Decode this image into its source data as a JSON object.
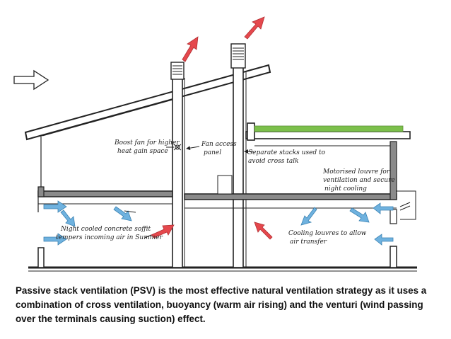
{
  "diagram": {
    "labels": {
      "boost_fan_1": "Boost fan for higher",
      "boost_fan_2": "heat gain space",
      "fan_access_1": "Fan access",
      "fan_access_2": "panel",
      "separate_stacks_1": "Separate stacks used to",
      "separate_stacks_2": "avoid cross talk",
      "motorised_1": "Motorised louvre for",
      "motorised_2": "ventilation and secure",
      "motorised_3": "night cooling",
      "night_cooled_1": "Night cooled concrete soffit",
      "night_cooled_2": "tempers incoming air in Summer",
      "cooling_louvres_1": "Cooling louvres to allow",
      "cooling_louvres_2": "air transfer"
    },
    "colors": {
      "cool_air": "#6fb2df",
      "warm_air": "#e5484d",
      "green_roof": "#7cc04b",
      "line": "#222222",
      "slab_fill": "#8a8a8a"
    }
  },
  "caption": "Passive stack ventilation (PSV) is the most effective natural ventilation strategy as it uses a combination of cross ventilation, buoyancy (warm air rising) and the venturi (wind passing over the terminals causing suction) effect."
}
